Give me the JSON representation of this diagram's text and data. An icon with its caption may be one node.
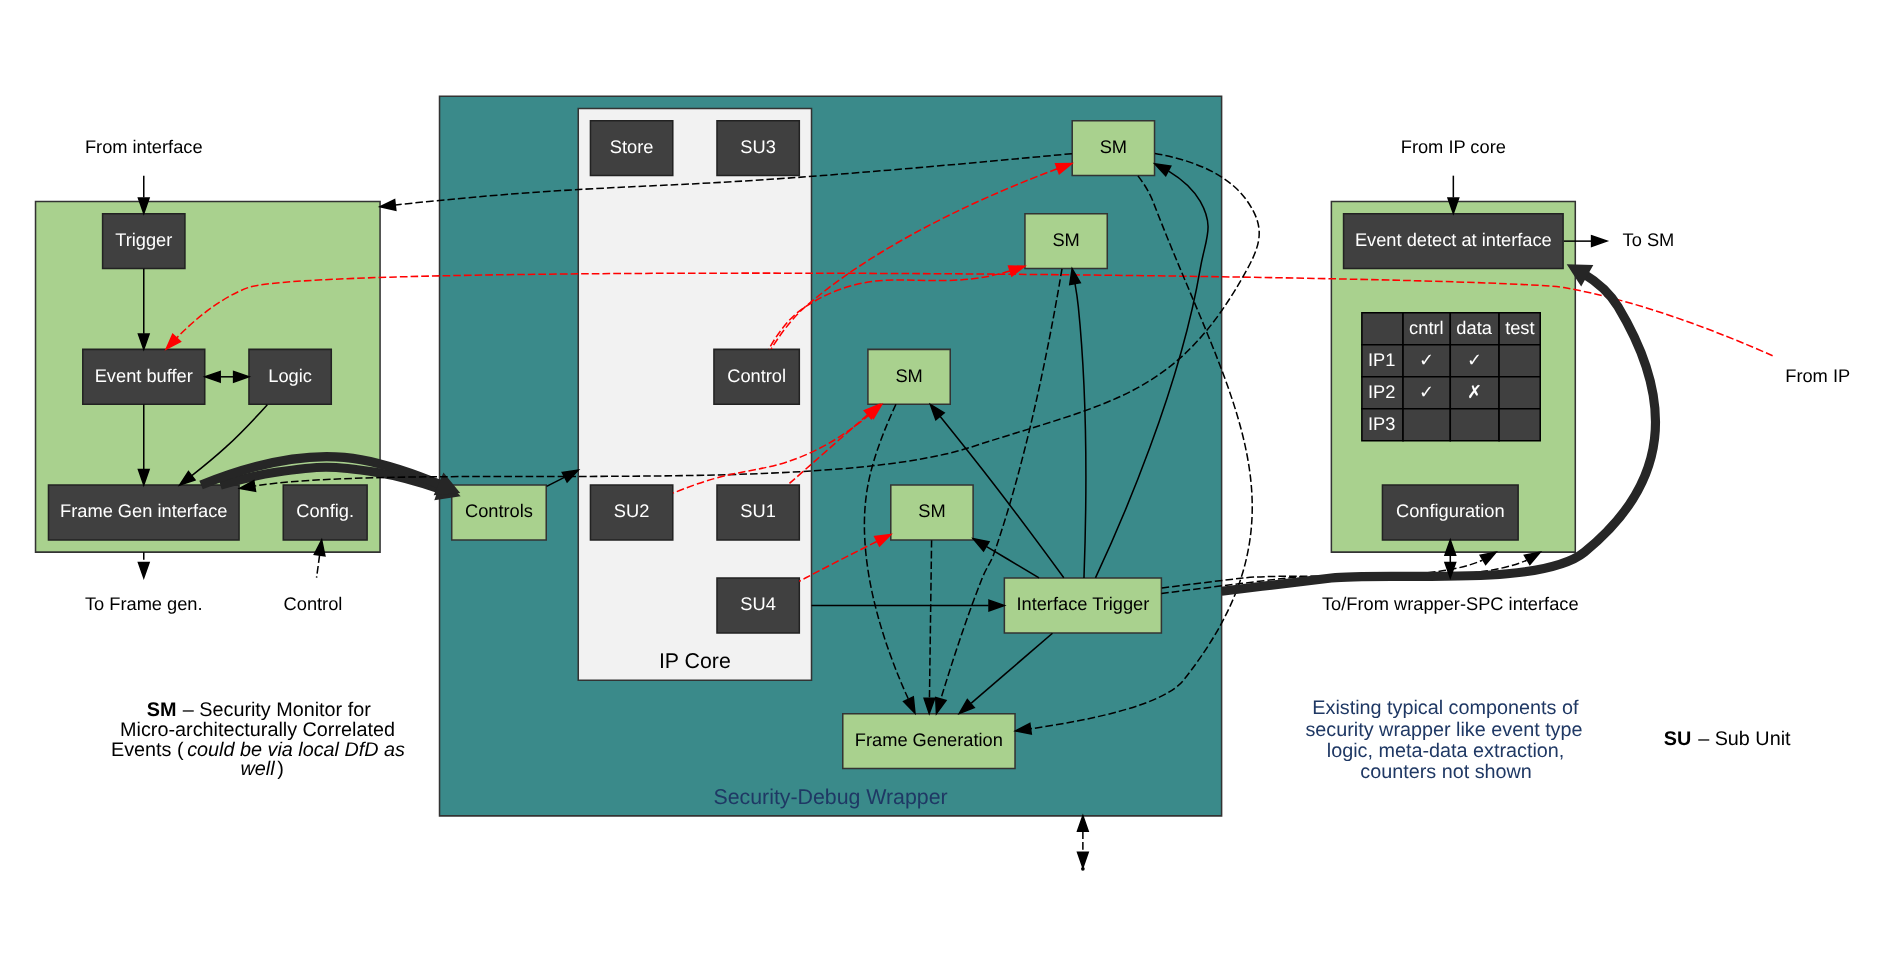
{
  "diagram": {
    "nodes": [
      {
        "text": [
          "From interface"
        ]
      },
      {
        "text": [],
        "shape": "box"
      },
      {
        "text": [
          "Trigger"
        ],
        "in": 1
      },
      {
        "text": [
          "Event buffer"
        ],
        "in": 1
      },
      {
        "text": [
          "Logic"
        ],
        "in": 1
      },
      {
        "text": [
          "Frame Gen interface"
        ],
        "in": 1
      },
      {
        "text": [
          "Config."
        ],
        "in": 1
      },
      {
        "text": [
          "From IP"
        ]
      },
      {
        "text": [
          "Control"
        ]
      },
      {
        "text": [
          "To Frame gen."
        ]
      },
      {
        "text": [
          "Security-Debug Wrapper"
        ]
      },
      {
        "text": [
          "SM"
        ],
        "in": 10
      },
      {
        "text": [
          "SM"
        ],
        "in": 10
      },
      {
        "text": [
          "SM"
        ],
        "in": 10
      },
      {
        "text": [
          "SM"
        ],
        "in": 10
      },
      {
        "text": [
          "Interface Trigger"
        ],
        "in": 10
      },
      {
        "text": [
          "IP Core"
        ],
        "in": 10
      },
      {
        "text": [
          "Control"
        ],
        "in": 16
      },
      {
        "text": [
          "SU1"
        ],
        "in": 16
      },
      {
        "text": [
          "SU2"
        ],
        "in": 16
      },
      {
        "text": [
          "SU3"
        ],
        "in": 16
      },
      {
        "text": [
          "SU4"
        ],
        "in": 16
      },
      {
        "text": [
          "Store"
        ],
        "in": 16
      },
      {
        "text": [
          "Controls"
        ],
        "in": 10
      },
      {
        "text": [
          "Frame Generation"
        ],
        "in": 10
      },
      {
        "text": [],
        "shape": "box"
      },
      {
        "text": [
          "Event detect at interface"
        ],
        "in": 25
      },
      {
        "text": [
          "Configuration"
        ],
        "in": 25
      },
      {
        "text": [
          "From IP core"
        ]
      },
      {
        "text": [
          "To SM"
        ]
      },
      {
        "text": [
          "To/From wrapper-SPC interface"
        ]
      }
    ],
    "edges": [
      {
        "from": 0,
        "to": 2,
        "arrow": "to"
      },
      {
        "from": 7,
        "to": 3,
        "arrow": "to",
        "style": "dashed",
        "color": "#ff0000"
      },
      {
        "from": 2,
        "to": 3,
        "arrow": "to"
      },
      {
        "from": 3,
        "to": 4,
        "arrow": "both"
      },
      {
        "from": 3,
        "to": 5,
        "arrow": "to"
      },
      {
        "from": 4,
        "to": 5,
        "arrow": "to"
      },
      {
        "from": 8,
        "to": 6,
        "arrow": "to",
        "style": "dashed"
      },
      {
        "from": 1,
        "to": 9,
        "arrow": "to",
        "style": "dashed"
      },
      {
        "from": 11,
        "to": 1,
        "arrow": "to",
        "style": "dashed"
      },
      {
        "from": 11,
        "to": 5,
        "arrow": "to",
        "style": "dashed"
      },
      {
        "from": 1,
        "to": 10,
        "arrow": "to",
        "style": "thick"
      },
      {
        "from": 15,
        "to": 11,
        "arrow": "to"
      },
      {
        "from": 15,
        "to": 12,
        "arrow": "to"
      },
      {
        "from": 15,
        "to": 13,
        "arrow": "to"
      },
      {
        "from": 15,
        "to": 14,
        "arrow": "to"
      },
      {
        "from": 17,
        "to": 11,
        "arrow": "to",
        "style": "dashed",
        "color": "#ff0000"
      },
      {
        "from": 17,
        "to": 12,
        "arrow": "to",
        "style": "dashed",
        "color": "#ff0000"
      },
      {
        "from": 18,
        "to": 13,
        "arrow": "to",
        "style": "dashed",
        "color": "#ff0000"
      },
      {
        "from": 19,
        "to": 13,
        "arrow": "to",
        "style": "dashed",
        "color": "#ff0000"
      },
      {
        "from": 21,
        "to": 14,
        "arrow": "to",
        "style": "dashed",
        "color": "#ff0000"
      },
      {
        "from": 11,
        "to": 24,
        "arrow": "to",
        "style": "dashed"
      },
      {
        "from": 12,
        "to": 24,
        "arrow": "to",
        "style": "dashed"
      },
      {
        "from": 13,
        "to": 24,
        "arrow": "to",
        "style": "dashed"
      },
      {
        "from": 14,
        "to": 24,
        "arrow": "to",
        "style": "dashed"
      },
      {
        "from": 16,
        "to": 15,
        "arrow": "to"
      },
      {
        "from": 23,
        "to": 16,
        "arrow": "to"
      },
      {
        "from": 15,
        "to": 24,
        "arrow": "to"
      },
      {
        "from": 10,
        "to": null,
        "arrow": "both",
        "style": "dashed"
      },
      {
        "from": 15,
        "to": 25,
        "arrow": "to",
        "style": "dashed"
      },
      {
        "from": 15,
        "to": 25,
        "arrow": "to",
        "style": "dashed"
      },
      {
        "from": 10,
        "to": 25,
        "arrow": "to",
        "style": "thick"
      },
      {
        "from": 28,
        "to": 26,
        "arrow": "to"
      },
      {
        "from": 26,
        "to": 29,
        "arrow": "to"
      },
      {
        "from": 27,
        "to": 30,
        "arrow": "both"
      }
    ],
    "labels": [
      "cntrl",
      "data",
      "test",
      "IP1",
      "✓",
      "✓",
      "IP2",
      "✓",
      "✗",
      "IP3",
      "**SM** – Security Monitor for Micro-architecturally Correlated Events (*could be via local DfD as well*)",
      "**SU** – Sub Unit",
      "Existing typical components of security wrapper like event type logic, meta-data extraction, counters not shown"
    ]
  }
}
